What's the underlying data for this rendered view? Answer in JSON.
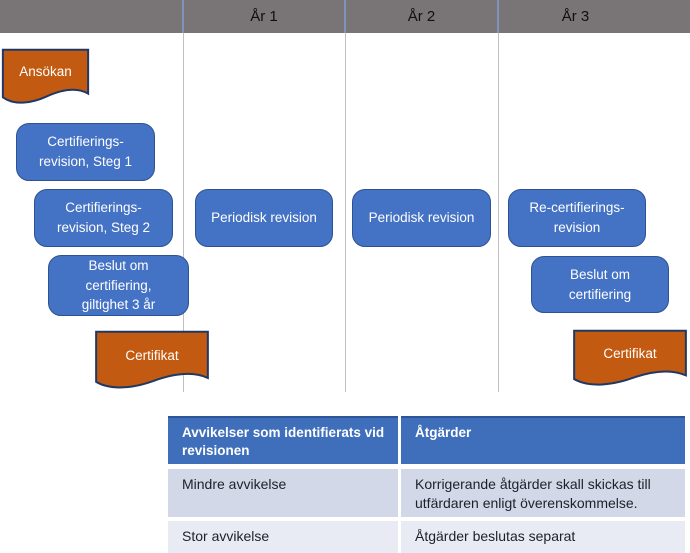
{
  "timeline": {
    "years": [
      "År 1",
      "År 2",
      "År 3"
    ]
  },
  "flow": {
    "ansokan": "Ansökan",
    "cert_revision_steg1": "Certifierings-\nrevision, Steg 1",
    "cert_revision_steg2": "Certifierings-\nrevision, Steg 2",
    "beslut_giltighet": "Beslut om\ncertifiering,\ngiltighet 3 år",
    "certifikat_start": "Certifikat",
    "periodisk_ar1": "Periodisk revision",
    "periodisk_ar2": "Periodisk revision",
    "recert_revision": "Re-certifierings-\nrevision",
    "beslut_certifiering": "Beslut om\ncertifiering",
    "certifikat_ar3": "Certifikat"
  },
  "table": {
    "headers": [
      "Avvikelser som identifierats vid\nrevisionen",
      "Åtgärder"
    ],
    "rows": [
      [
        "Mindre avvikelse",
        "Korrigerande åtgärder skall skickas till\nutfärdaren enligt överenskommelse."
      ],
      [
        "Stor avvikelse",
        "Åtgärder beslutas separat"
      ]
    ]
  },
  "colors": {
    "header_gray": "#797475",
    "header_sep": "#7F93BC",
    "column_line": "#C2BFBF",
    "accent_blue": "#4472C4",
    "accent_blue_border": "#2D5291",
    "accent_orange": "#C35A11",
    "orange_border": "#1F3864",
    "table_header_blue": "#3F6EBB",
    "table_header_top": "#2E5597",
    "row_odd": "#D3D8E9",
    "row_even": "#E8EBF3",
    "table_text": "#1C2128"
  }
}
